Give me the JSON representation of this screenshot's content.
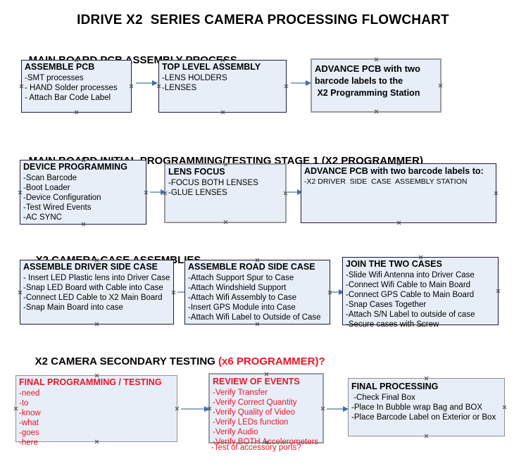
{
  "document": {
    "title": "IDRIVE X2  SERIES CAMERA PROCESSING FLOWCHART"
  },
  "colors": {
    "box_fill": "#e8eef7",
    "box_border_dark": "#1b1b3a",
    "box_border_gray": "#9a9a9a",
    "text": "#000000",
    "accent_red": "#e8162b",
    "connector": "#8fa9c4",
    "arrowhead": "#3f6fa8"
  },
  "sections": [
    {
      "id": "main-board-pcb-assembly",
      "heading": "MAIN BOARD PCB ASSEMBLY PROCESS",
      "heading_accent": "",
      "nodes": [
        {
          "id": "assemble-pcb",
          "title": "ASSEMBLE PCB",
          "lines": [
            "-SMT processes",
            "- HAND Solder processes",
            "- Attach Bar Code Label"
          ]
        },
        {
          "id": "top-level-assembly",
          "title": "TOP LEVEL ASSEMBLY",
          "lines": [
            "-LENS HOLDERS",
            "-LENSES"
          ]
        },
        {
          "id": "advance-pcb-programming-station",
          "title": "ADVANCE PCB with two",
          "lines": [
            "barcode labels to the",
            " X2 Programming Station"
          ]
        }
      ]
    },
    {
      "id": "main-board-initial-programming",
      "heading": "MAIN BOARD INITIAL PROGRAMMING/TESTING STAGE 1 (X2 PROGRAMMER)",
      "heading_accent": "",
      "nodes": [
        {
          "id": "device-programming",
          "title": "DEVICE PROGRAMMING",
          "lines": [
            "-Scan Barcode",
            "-Boot Loader",
            "-Device Configuration",
            "-Test Wired Events",
            "-AC SYNC"
          ]
        },
        {
          "id": "lens-focus",
          "title": "LENS FOCUS",
          "lines": [
            "-FOCUS BOTH LENSES",
            "-GLUE LENSES"
          ]
        },
        {
          "id": "advance-pcb-driver-side",
          "title": "ADVANCE PCB with two barcode labels to:",
          "lines": [
            "-X2 DRIVER  SIDE  CASE  ASSEMBLY STATION"
          ]
        }
      ]
    },
    {
      "id": "x2-camera-case-assemblies",
      "heading": "X2 CAMERA CASE ASSEMBLIES",
      "heading_accent": "",
      "nodes": [
        {
          "id": "assemble-driver-side-case",
          "title": "ASSEMBLE DRIVER SIDE CASE",
          "lines": [
            "- Insert LED Plastic lens into Driver Case",
            "-Snap LED Board with Cable into Case",
            "-Connect LED Cable to X2 Main Board",
            "-Snap Main Board into case"
          ]
        },
        {
          "id": "assemble-road-side-case",
          "title": "ASSEMBLE ROAD SIDE CASE",
          "lines": [
            "-Attach Support Spur to Case",
            "-Attach Windshield Support",
            "-Attach Wifi Assembly to Case",
            "-Insert GPS Module into Case",
            "-Attach Wifi Label to Outside of Case"
          ]
        },
        {
          "id": "join-the-two-cases",
          "title": "JOIN THE TWO CASES",
          "lines": [
            "-Slide Wifi Antenna into Driver Case",
            "-Connect Wifi Cable to Main Board",
            "-Connect GPS Cable to Main Board",
            "-Snap Cases Together",
            "-Attach S/N Label to outside of case",
            "-Secure cases with Screw"
          ]
        }
      ]
    },
    {
      "id": "x2-camera-secondary-testing",
      "heading": "X2 CAMERA SECONDARY TESTING ",
      "heading_accent": "(x6 PROGRAMMER)?",
      "nodes": [
        {
          "id": "final-programming-testing",
          "title": "FINAL PROGRAMMING / TESTING",
          "lines": [
            "-need",
            "-to",
            "-know",
            "-what",
            "-goes",
            "-here"
          ]
        },
        {
          "id": "review-of-events",
          "title": "REVIEW OF EVENTS",
          "lines": [
            "-Verify Transfer",
            "-Verify Correct Quantity",
            "-Verify Quality of Video",
            "-Verify LEDs function",
            "-Verify Audio",
            "-Verify BOTH Accelerometers"
          ],
          "overflow_line": "-Test of accessory ports?"
        },
        {
          "id": "final-processing",
          "title": "FINAL PROCESSING",
          "lines": [
            " -Check Final Box",
            "-Place In Bubble wrap Bag and BOX",
            "-Place Barcode Label on Exterior or Box"
          ]
        }
      ]
    }
  ]
}
